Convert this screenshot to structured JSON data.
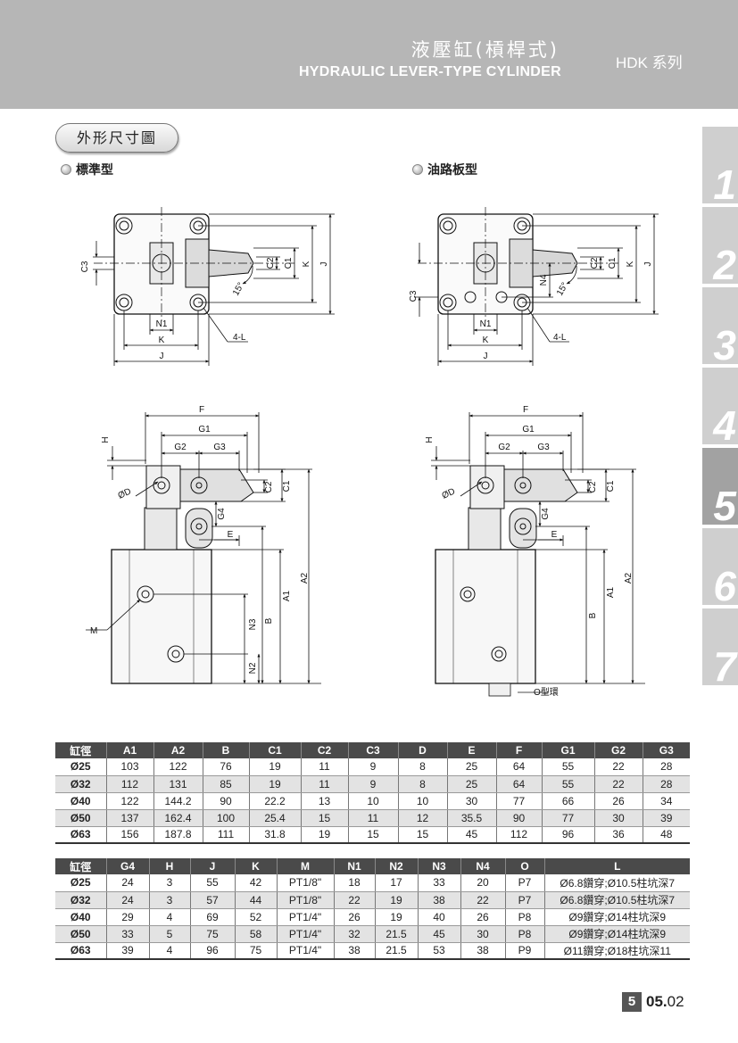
{
  "header": {
    "title_zh": "液壓缸(槓桿式)",
    "title_en": "HYDRAULIC LEVER-TYPE CYLINDER",
    "series": "HDK 系列"
  },
  "side_tabs": [
    "1",
    "2",
    "3",
    "4",
    "5",
    "6",
    "7"
  ],
  "active_tab": "5",
  "section_label": "外形尺寸圖",
  "variants": {
    "standard": "標準型",
    "manifold": "油路板型"
  },
  "drawing_labels": {
    "C1": "C1",
    "C2": "C2",
    "C3": "C3",
    "K": "K",
    "J": "J",
    "N1": "N1",
    "N2": "N2",
    "N3": "N3",
    "N4": "N4",
    "L4": "4-L",
    "angle": "15°",
    "F": "F",
    "G1": "G1",
    "G2": "G2",
    "G3": "G3",
    "G4": "G4",
    "H": "H",
    "D": "ØD",
    "E": "E",
    "A1": "A1",
    "A2": "A2",
    "B": "B",
    "M": "M",
    "oring": "O型環"
  },
  "table1": {
    "headers": [
      "缸徑",
      "A1",
      "A2",
      "B",
      "C1",
      "C2",
      "C3",
      "D",
      "E",
      "F",
      "G1",
      "G2",
      "G3"
    ],
    "rows": [
      [
        "Ø25",
        "103",
        "122",
        "76",
        "19",
        "11",
        "9",
        "8",
        "25",
        "64",
        "55",
        "22",
        "28"
      ],
      [
        "Ø32",
        "112",
        "131",
        "85",
        "19",
        "11",
        "9",
        "8",
        "25",
        "64",
        "55",
        "22",
        "28"
      ],
      [
        "Ø40",
        "122",
        "144.2",
        "90",
        "22.2",
        "13",
        "10",
        "10",
        "30",
        "77",
        "66",
        "26",
        "34"
      ],
      [
        "Ø50",
        "137",
        "162.4",
        "100",
        "25.4",
        "15",
        "11",
        "12",
        "35.5",
        "90",
        "77",
        "30",
        "39"
      ],
      [
        "Ø63",
        "156",
        "187.8",
        "111",
        "31.8",
        "19",
        "15",
        "15",
        "45",
        "112",
        "96",
        "36",
        "48"
      ]
    ]
  },
  "table2": {
    "headers": [
      "缸徑",
      "G4",
      "H",
      "J",
      "K",
      "M",
      "N1",
      "N2",
      "N3",
      "N4",
      "O",
      "L"
    ],
    "rows": [
      [
        "Ø25",
        "24",
        "3",
        "55",
        "42",
        "PT1/8\"",
        "18",
        "17",
        "33",
        "20",
        "P7",
        "Ø6.8鑽穿;Ø10.5柱坑深7"
      ],
      [
        "Ø32",
        "24",
        "3",
        "57",
        "44",
        "PT1/8\"",
        "22",
        "19",
        "38",
        "22",
        "P7",
        "Ø6.8鑽穿;Ø10.5柱坑深7"
      ],
      [
        "Ø40",
        "29",
        "4",
        "69",
        "52",
        "PT1/4\"",
        "26",
        "19",
        "40",
        "26",
        "P8",
        "Ø9鑽穿;Ø14柱坑深9"
      ],
      [
        "Ø50",
        "33",
        "5",
        "75",
        "58",
        "PT1/4\"",
        "32",
        "21.5",
        "45",
        "30",
        "P8",
        "Ø9鑽穿;Ø14柱坑深9"
      ],
      [
        "Ø63",
        "39",
        "4",
        "96",
        "75",
        "PT1/4\"",
        "38",
        "21.5",
        "53",
        "38",
        "P9",
        "Ø11鑽穿;Ø18柱坑深11"
      ]
    ]
  },
  "page": {
    "section": "5",
    "number": "05.",
    "sub": "02"
  }
}
